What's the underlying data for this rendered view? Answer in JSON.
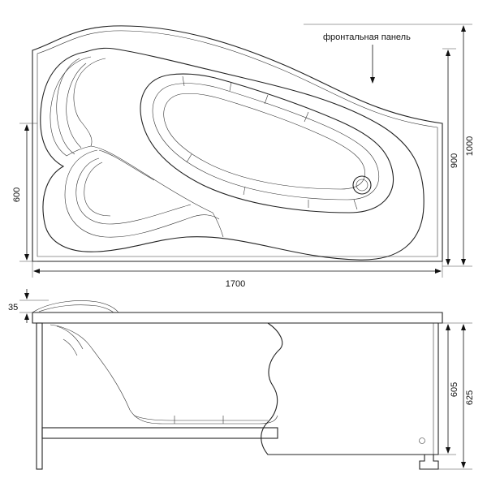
{
  "annotations": {
    "front_panel": "фронтальная панель"
  },
  "dimensions": {
    "length": "1700",
    "depth_total": "1000",
    "depth_inner": "900",
    "width_narrow": "600",
    "rim_height": "35",
    "panel_height": "605",
    "total_height": "625"
  },
  "colors": {
    "line": "#222222",
    "background": "#ffffff"
  }
}
